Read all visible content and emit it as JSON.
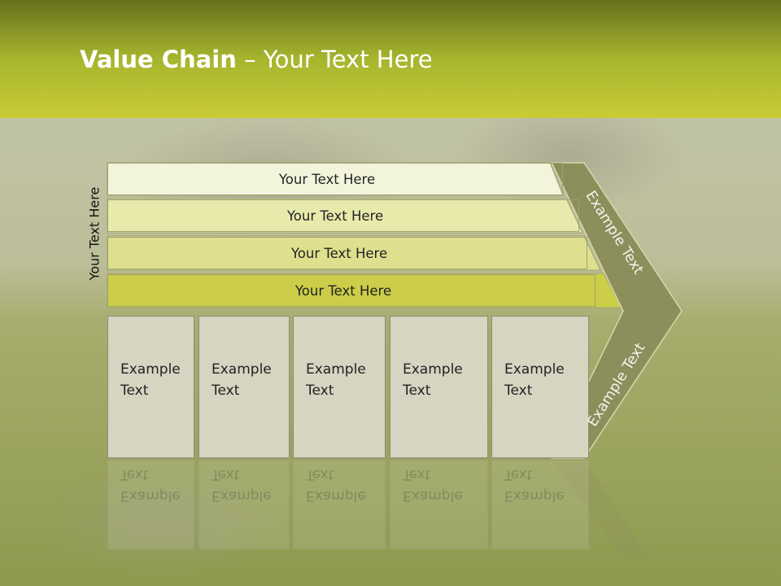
{
  "title": {
    "bold": "Value Chain",
    "rest": " – Your Text Here"
  },
  "side_label": "Your Text Here",
  "rows": [
    {
      "label": "Your Text Here"
    },
    {
      "label": "Your Text Here"
    },
    {
      "label": "Your Text Here"
    },
    {
      "label": "Your Text Here"
    }
  ],
  "boxes": [
    {
      "line1": "Example",
      "line2": "Text"
    },
    {
      "line1": "Example",
      "line2": "Text"
    },
    {
      "line1": "Example",
      "line2": "Text"
    },
    {
      "line1": "Example",
      "line2": "Text"
    },
    {
      "line1": "Example",
      "line2": "Text"
    }
  ],
  "arrow": {
    "upper": "Example Text",
    "lower": "Example Text"
  },
  "colors": {
    "header_top": "#66701c",
    "header_bottom": "#c9cc36",
    "row_colors": [
      "#f3f4dc",
      "#e8eaac",
      "#dfe08e",
      "#cccd48"
    ],
    "arrow_fill": "#8c8e5c",
    "box_fill": "#d5d5c2"
  }
}
